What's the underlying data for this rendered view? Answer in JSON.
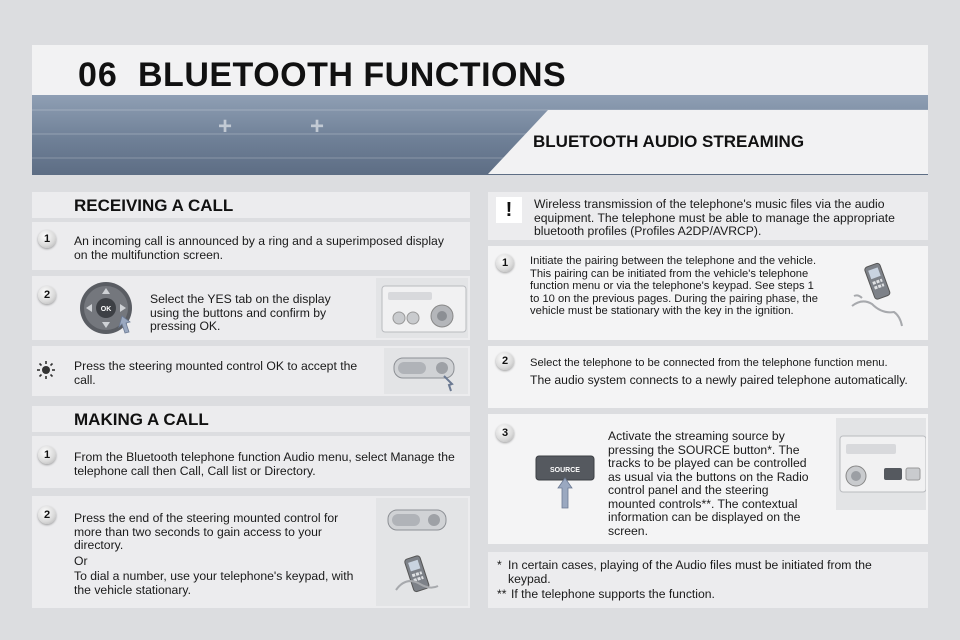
{
  "header": {
    "chapter": "06",
    "title": "BLUETOOTH FUNCTIONS"
  },
  "streaming": {
    "heading": "BLUETOOTH AUDIO STREAMING",
    "warning_icon": "!",
    "warning": "Wireless transmission of the telephone's music files via the audio equipment. The telephone must be able to manage the appropriate bluetooth profiles (Profiles A2DP/AVRCP).",
    "steps": [
      {
        "num": "1",
        "text": "Initiate the pairing between the telephone and the vehicle. This pairing can be initiated from the vehicle's telephone function menu or via the telephone's keypad. See steps 1 to 10 on the previous pages. During the pairing phase, the vehicle must be stationary with the key in the ignition."
      },
      {
        "num": "2",
        "text": "Select the telephone to be connected from the telephone function menu.",
        "text2": "The audio system connects to a newly paired telephone automatically."
      },
      {
        "num": "3",
        "text": "Activate the streaming source by pressing the SOURCE button*. The tracks to be played can be controlled as usual via the buttons on the Radio control panel and the steering mounted controls**. The contextual information can be displayed on the screen.",
        "button_label": "SOURCE"
      }
    ],
    "notes": [
      {
        "mark": "*",
        "text": "In certain cases, playing of the Audio files must be initiated from the keypad."
      },
      {
        "mark": "**",
        "text": "If the telephone supports the function."
      }
    ]
  },
  "receiving": {
    "heading": "RECEIVING A CALL",
    "steps": [
      {
        "num": "1",
        "text": "An incoming call is announced by a ring and a superimposed display on the multifunction screen."
      },
      {
        "num": "2",
        "text": "Select the YES tab on the display using the buttons and confirm by pressing OK.",
        "ok_label": "OK"
      }
    ],
    "tip": "Press the steering mounted control OK to accept the call."
  },
  "making": {
    "heading": "MAKING A CALL",
    "steps": [
      {
        "num": "1",
        "text": "From the Bluetooth telephone function Audio menu, select Manage the telephone call then Call, Call list or Directory."
      },
      {
        "num": "2",
        "text": "Press the end of the steering mounted control for more than two seconds to gain access to your directory.",
        "or": "Or",
        "text2": "To dial a number, use your telephone's keypad, with the vehicle stationary."
      }
    ]
  },
  "colors": {
    "banner": "#6f8097",
    "panel": "#ececee",
    "background": "#dcdde0"
  }
}
